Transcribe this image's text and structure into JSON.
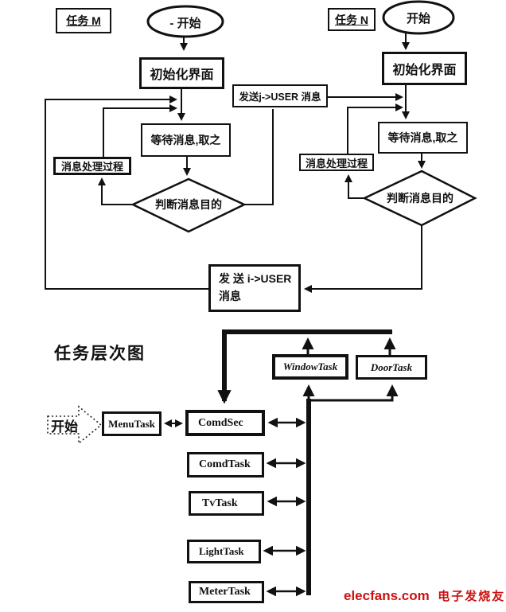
{
  "task_m": {
    "label": "任务 M",
    "start": "- 开始",
    "init": "初始化界面",
    "wait": "等待消息,取之",
    "process": "消息处理过程",
    "judge": "判断消息目的"
  },
  "task_n": {
    "label": "任务 N",
    "start": "开始",
    "init": "初始化界面",
    "wait": "等待消息,取之",
    "process": "消息处理过程",
    "judge": "判断消息目的"
  },
  "messages": {
    "send_j": "发送j->USER 消息",
    "send_i_line1": "发 送  i->USER",
    "send_i_line2": "消息"
  },
  "hierarchy": {
    "title": "任务层次图",
    "start": "开始",
    "menu": "MenuTask",
    "comdsec": "ComdSec",
    "window": "WindowTask",
    "door": "DoorTask",
    "comd": "ComdTask",
    "tv": "TvTask",
    "light": "LightTask",
    "meter": "MeterTask"
  },
  "watermark": {
    "brand": "elecfans.com",
    "cn": "电子发烧友"
  },
  "colors": {
    "ink": "#111111",
    "accent_red": "#cc1111"
  }
}
